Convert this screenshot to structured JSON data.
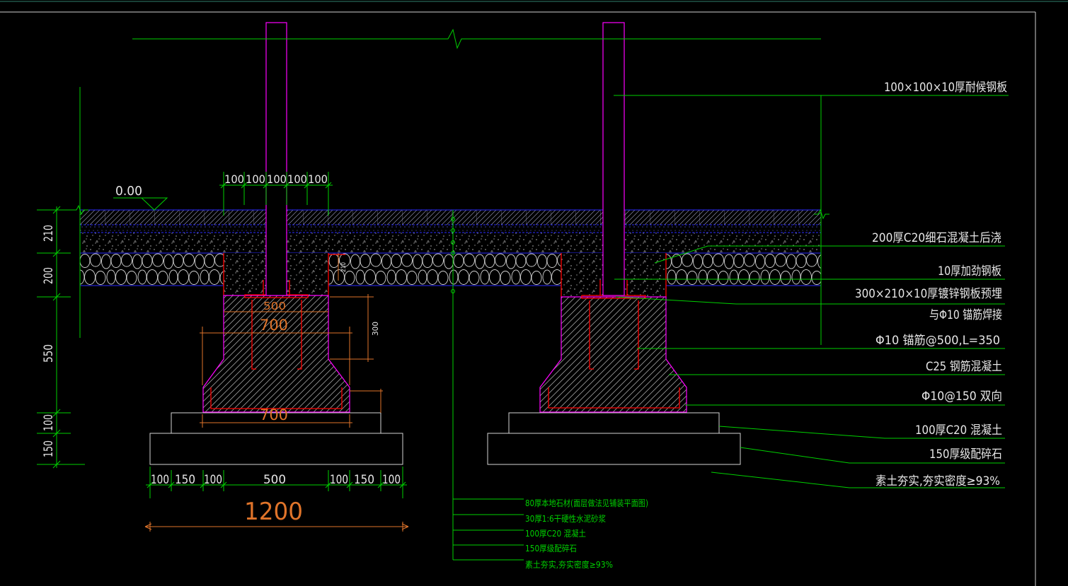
{
  "colors": {
    "background": "#000000",
    "dimension_line": "#00d000",
    "outline_magenta": "#ff00ff",
    "layer_line_blue": "#2a2aff",
    "rebar_red": "#ff0000",
    "dimension_orange": "#e0742a",
    "text": "#e6e6e6"
  },
  "level": {
    "mark": "0.00"
  },
  "left_dimensions": [
    "210",
    "200",
    "550",
    "100",
    "150"
  ],
  "top_dimensions": [
    "100",
    "100",
    "100",
    "100",
    "100"
  ],
  "footing_dimensions": {
    "top_width": "500",
    "upper_width": "700",
    "lower_width": "700",
    "anchor_depth": "300",
    "pocket_depth": "210"
  },
  "bottom_dimensions": [
    "100",
    "150",
    "100",
    "500",
    "100",
    "150",
    "100"
  ],
  "total_width": "1200",
  "callouts": [
    "100×100×10厚耐候钢板",
    "200厚C20细石混凝土后浇",
    "10厚加劲钢板",
    "300×210×10厚镀锌钢板预埋",
    "与Φ10 锚筋焊接",
    "Φ10 锚筋@500,L=350",
    "C25 钢筋混凝土",
    "Φ10@150 双向",
    "100厚C20 混凝土",
    "150厚级配碎石",
    "素土夯实,夯实密度≥93%"
  ],
  "layer_legend": [
    "80厚本地石材(面层做法见铺装平面图)",
    "30厚1:6干硬性水泥砂浆",
    "100厚C20 混凝土",
    "150厚级配碎石",
    "素土夯实,夯实密度≥93%"
  ]
}
